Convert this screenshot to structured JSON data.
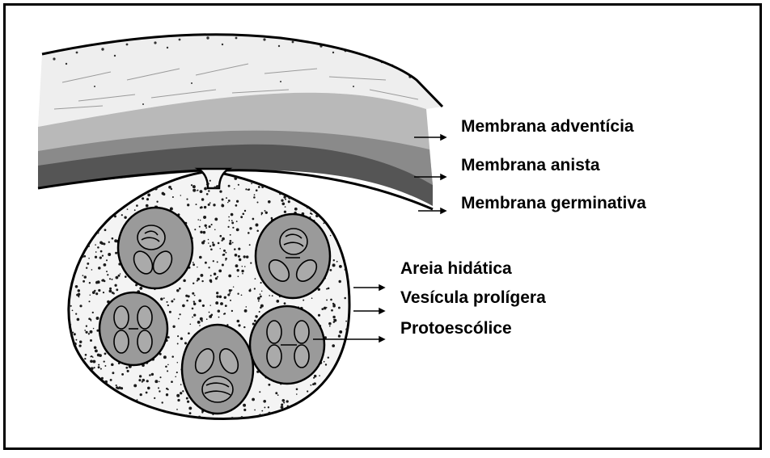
{
  "labels": {
    "adventicia": "Membrana adventícia",
    "anista": "Membrana anista",
    "germinativa": "Membrana germinativa",
    "areia": "Areia hidática",
    "vesicula": "Vesícula prolígera",
    "protoescolice": "Protoescólice"
  },
  "colors": {
    "adventitia_fill": "#eeeeee",
    "laminated_light": "#b9b9b9",
    "laminated_dark": "#8a8a8a",
    "germinal_dark": "#555555",
    "capsule_fill": "#9a9a9a",
    "sand": "#1a1a1a"
  }
}
